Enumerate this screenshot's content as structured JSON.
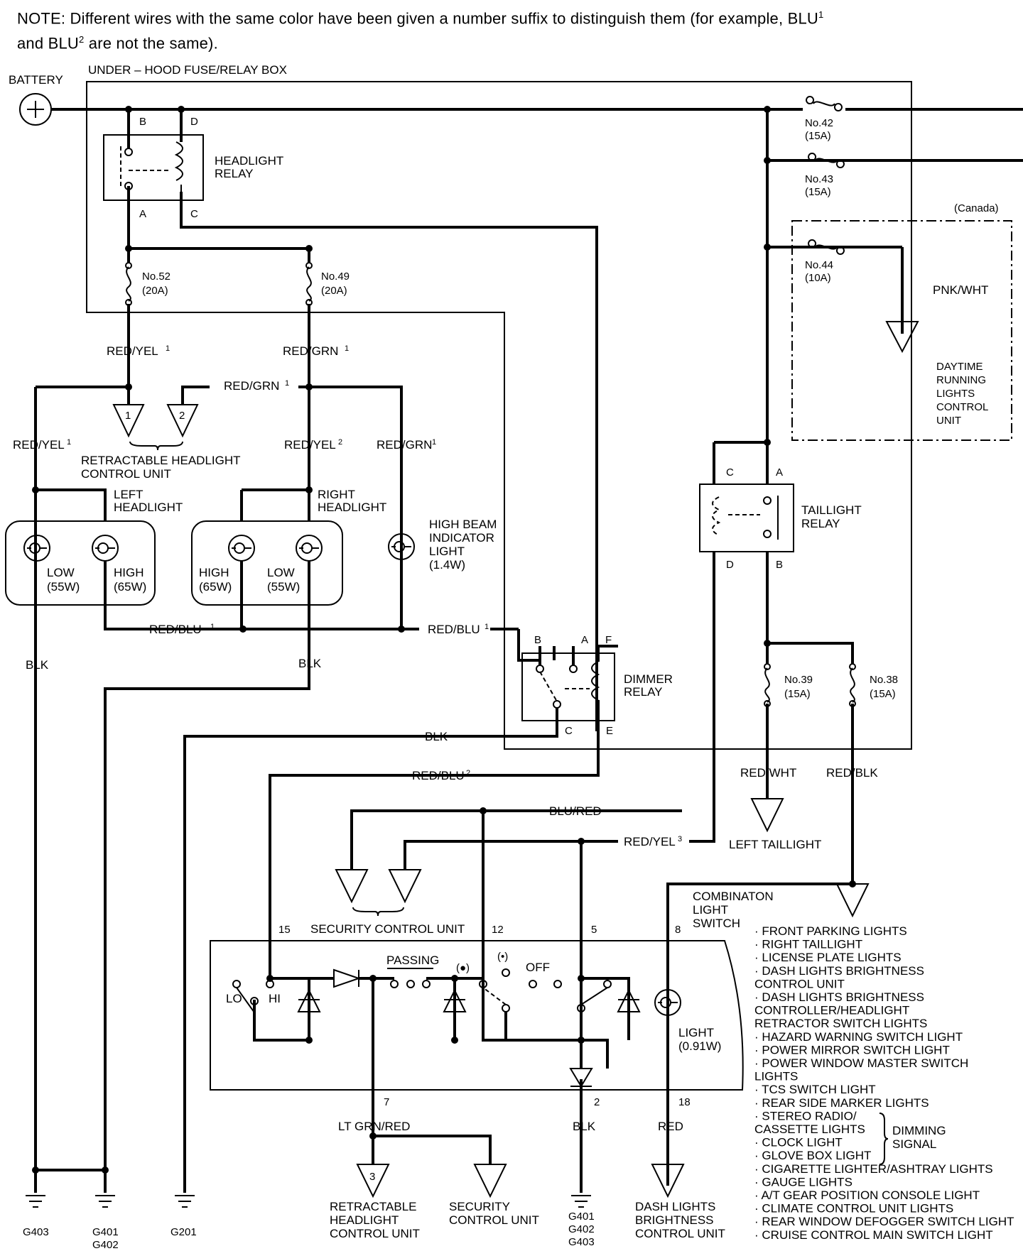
{
  "note": {
    "line1": "NOTE:  Different wires with the same color have been given a number suffix to distinguish them (for example, BLU",
    "sup1": "1",
    "line2a": "and BLU",
    "sup2": "2",
    "line2b": " are not the same)."
  },
  "labels": {
    "battery": "BATTERY",
    "fuse_box": "UNDER – HOOD FUSE/RELAY BOX",
    "canada": "(Canada)",
    "headlight_relay": [
      "HEADLIGHT",
      "RELAY"
    ],
    "taillight_relay": [
      "TAILLIGHT",
      "RELAY"
    ],
    "dimmer_relay": [
      "DIMMER",
      "RELAY"
    ],
    "drl_unit": [
      "DAYTIME",
      "RUNNING",
      "LIGHTS",
      "CONTROL",
      "UNIT"
    ],
    "retract_ctrl": [
      "RETRACTABLE HEADLIGHT",
      "CONTROL UNIT"
    ],
    "retract_ctrl_bottom": [
      "RETRACTABLE",
      "HEADLIGHT",
      "CONTROL UNIT"
    ],
    "left_headlight": [
      "LEFT",
      "HEADLIGHT"
    ],
    "right_headlight": [
      "RIGHT",
      "HEADLIGHT"
    ],
    "high_beam_indicator": [
      "HIGH BEAM",
      "INDICATOR",
      "LIGHT",
      "(1.4W)"
    ],
    "left_taillight": "LEFT TAILLIGHT",
    "security_ctrl": "SECURITY CONTROL UNIT",
    "security_ctrl_bottom": [
      "SECURITY",
      "CONTROL UNIT"
    ],
    "combination_switch": [
      "COMBINATON",
      "LIGHT",
      "SWITCH"
    ],
    "dash_brightness": [
      "DASH LIGHTS",
      "BRIGHTNESS",
      "CONTROL UNIT"
    ],
    "passing": "PASSING",
    "off": "OFF",
    "lo": "LO",
    "hi": "HI",
    "switch_light": [
      "LIGHT",
      "(0.91W)"
    ],
    "pos_dot": "(●)",
    "pos_dot2": "(•)",
    "dimming_signal": [
      "DIMMING",
      "SIGNAL"
    ]
  },
  "terminals": {
    "hr_b": "B",
    "hr_d": "D",
    "hr_a": "A",
    "hr_c": "C",
    "tr_c": "C",
    "tr_a": "A",
    "tr_d": "D",
    "tr_b": "B",
    "dr_b": "B",
    "dr_a": "A",
    "dr_f": "F",
    "dr_c": "C",
    "dr_e": "E",
    "sw_15": "15",
    "sw_12": "12",
    "sw_5": "5",
    "sw_8": "8",
    "sw_7": "7",
    "sw_2": "2",
    "sw_18": "18",
    "conn_1": "1",
    "conn_2": "2",
    "conn_3": "3"
  },
  "fuses": {
    "f42": [
      "No.42",
      "(15A)"
    ],
    "f43": [
      "No.43",
      "(15A)"
    ],
    "f44": [
      "No.44",
      "(10A)"
    ],
    "f52": [
      "No.52",
      "(20A)"
    ],
    "f49": [
      "No.49",
      "(20A)"
    ],
    "f39": [
      "No.39",
      "(15A)"
    ],
    "f38": [
      "No.38",
      "(15A)"
    ]
  },
  "bulbs": {
    "left_low": [
      "LOW",
      "(55W)"
    ],
    "left_high": [
      "HIGH",
      "(65W)"
    ],
    "right_high": [
      "HIGH",
      "(65W)"
    ],
    "right_low": [
      "LOW",
      "(55W)"
    ]
  },
  "wires": {
    "red_yel_1a": "RED/YEL",
    "red_grn_1a": "RED/GRN",
    "red_grn_1b": "RED/GRN",
    "red_yel_1b": "RED/YEL",
    "red_yel_2": "RED/YEL",
    "red_grn_1c": "RED/GRN",
    "red_blu_1a": "RED/BLU",
    "red_blu_1b": "RED/BLU",
    "blk_l": "BLK",
    "blk_r": "BLK",
    "blk_dim": "BLK",
    "red_blu_2": "RED/BLU",
    "blu_red": "BLU/RED",
    "red_yel_3": "RED/YEL",
    "pnk_wht": "PNK/WHT",
    "red_wht": "RED/WHT",
    "red_blk": "RED/BLK",
    "lt_grn_red": "LT GRN/RED",
    "blk_sw": "BLK",
    "red_sw": "RED",
    "suf_1": "1",
    "suf_2": "2",
    "suf_3": "3"
  },
  "grounds": {
    "g403": "G403",
    "g401_402": [
      "G401",
      "G402"
    ],
    "g201": "G201",
    "g401_402_403": [
      "G401",
      "G402",
      "G403"
    ]
  },
  "parking_list": [
    "· FRONT PARKING LIGHTS",
    "· RIGHT TAILLIGHT",
    "· LICENSE PLATE LIGHTS",
    "· DASH LIGHTS BRIGHTNESS",
    "  CONTROL UNIT",
    "· DASH LIGHTS BRIGHTNESS",
    "  CONTROLLER/HEADLIGHT",
    "  RETRACTOR SWITCH LIGHTS",
    "· HAZARD WARNING SWITCH LIGHT",
    "· POWER MIRROR SWITCH LIGHT",
    "· POWER WINDOW MASTER SWITCH",
    "  LIGHTS",
    "· TCS SWITCH LIGHT",
    "· REAR SIDE MARKER LIGHTS",
    "· STEREO RADIO/",
    "  CASSETTE LIGHTS",
    "· CLOCK LIGHT",
    "· GLOVE BOX LIGHT",
    "· CIGARETTE LIGHTER/ASHTRAY LIGHTS",
    "· GAUGE LIGHTS",
    "· A/T GEAR POSITION CONSOLE LIGHT",
    "· CLIMATE  CONTROL UNIT LIGHTS",
    "· REAR WINDOW DEFOGGER SWITCH LIGHT",
    "· CRUISE CONTROL MAIN SWITCH LIGHT"
  ]
}
